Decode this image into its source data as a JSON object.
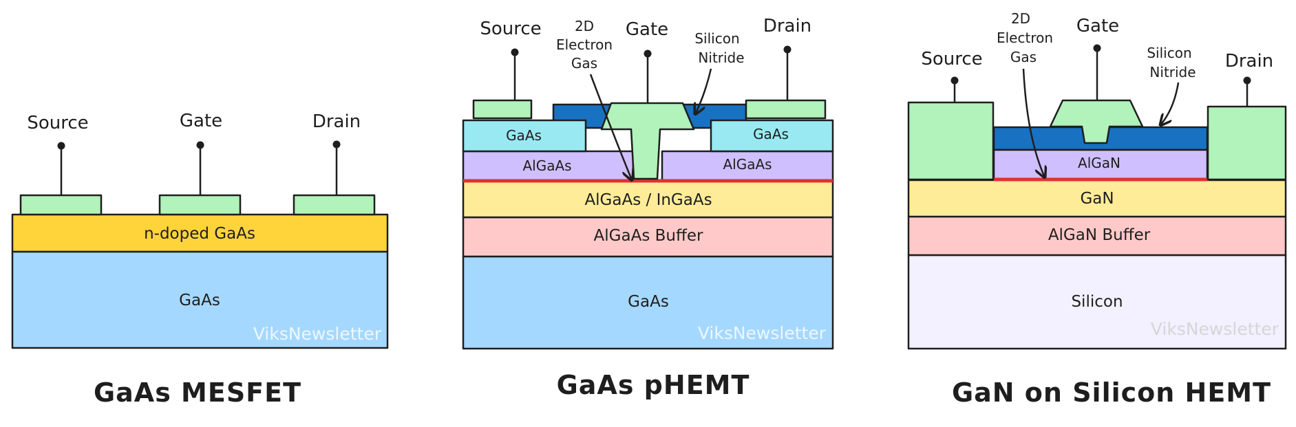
{
  "colors": {
    "contact": "#b2f2bb",
    "n_doped": "#ffd43b",
    "substrate_gaas": "#a5d8ff",
    "substrate_si": "#f3f0ff",
    "gaas_cap": "#99e9f2",
    "algaas": "#d0bfff",
    "channel": "#ffec99",
    "buffer": "#ffc9c9",
    "nitride": "#1971c2",
    "electron_gas": "#e03131"
  },
  "mesfet": {
    "title": "GaAs MESFET",
    "source": "Source",
    "gate": "Gate",
    "drain": "Drain",
    "layer_doped": "n-doped GaAs",
    "layer_substrate": "GaAs",
    "watermark": "ViksNewsletter"
  },
  "phemt": {
    "title": "GaAs pHEMT",
    "source": "Source",
    "gate": "Gate",
    "drain": "Drain",
    "gas_line1": "2D",
    "gas_line2": "Electron",
    "gas_line3": "Gas",
    "nitride_line1": "Silicon",
    "nitride_line2": "Nitride",
    "cap_left": "GaAs",
    "cap_right": "GaAs",
    "barrier_left": "AlGaAs",
    "barrier_right": "AlGaAs",
    "layer_channel": "AlGaAs / InGaAs",
    "layer_buffer": "AlGaAs Buffer",
    "layer_substrate": "GaAs",
    "watermark": "ViksNewsletter"
  },
  "gan": {
    "title": "GaN on Silicon HEMT",
    "source": "Source",
    "gate": "Gate",
    "drain": "Drain",
    "gas_line1": "2D",
    "gas_line2": "Electron",
    "gas_line3": "Gas",
    "nitride_line1": "Silicon",
    "nitride_line2": "Nitride",
    "layer_barrier": "AlGaN",
    "layer_channel": "GaN",
    "layer_buffer": "AlGaN Buffer",
    "layer_substrate": "Silicon",
    "watermark": "ViksNewsletter"
  }
}
